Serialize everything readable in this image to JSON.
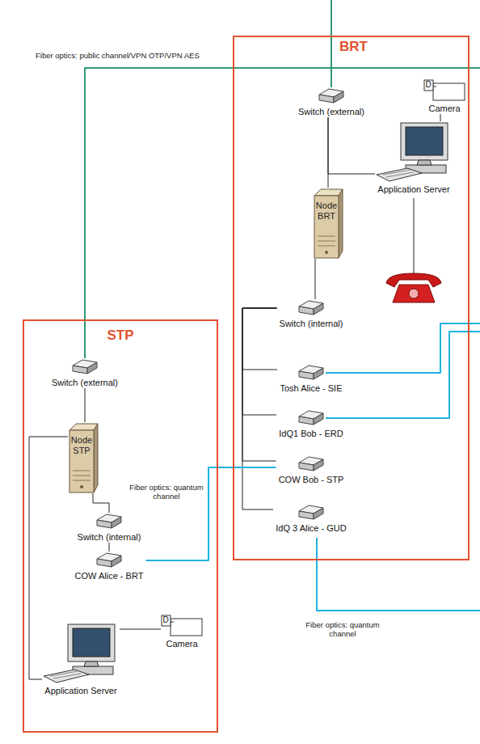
{
  "diagram": {
    "nodes": [
      {
        "text": [
          "BRT"
        ]
      },
      {
        "text": [
          "Switch (external)"
        ],
        "in": 0
      },
      {
        "text": [
          "D",
          "Camera"
        ],
        "in": 0
      },
      {
        "text": [
          "Node BRT"
        ],
        "in": 0
      },
      {
        "text": [
          "Application Server"
        ],
        "in": 0
      },
      {
        "text": [
          "Switch (internal)"
        ],
        "in": 0
      },
      {
        "text": [
          "Tosh Alice - SIE"
        ],
        "in": 0
      },
      {
        "text": [
          "IdQ1 Bob - ERD"
        ],
        "in": 0
      },
      {
        "text": [
          "COW Bob - STP"
        ],
        "in": 0
      },
      {
        "text": [
          "IdQ 3 Alice - GUD"
        ],
        "in": 0
      },
      {
        "text": [
          "STP"
        ]
      },
      {
        "text": [
          "Switch (external)"
        ],
        "in": 10
      },
      {
        "text": [
          "Node STP"
        ],
        "in": 10
      },
      {
        "text": [
          "Switch (internal)"
        ],
        "in": 10
      },
      {
        "text": [
          "COW Alice - BRT"
        ],
        "in": 10
      },
      {
        "text": [
          "D",
          "Camera"
        ],
        "in": 10
      },
      {
        "text": [
          "Application Server"
        ],
        "in": 10
      }
    ],
    "edges": [
      {
        "from": 1,
        "to": 3,
        "arrow": "none"
      },
      {
        "from": 1,
        "to": 4,
        "arrow": "none"
      },
      {
        "from": 2,
        "to": 4,
        "arrow": "none"
      },
      {
        "from": 3,
        "to": 5,
        "arrow": "none"
      },
      {
        "from": 5,
        "to": 6,
        "arrow": "none"
      },
      {
        "from": 5,
        "to": 7,
        "arrow": "none"
      },
      {
        "from": 5,
        "to": 8,
        "arrow": "none"
      },
      {
        "from": 5,
        "to": 9,
        "arrow": "none"
      },
      {
        "from": 11,
        "to": 1,
        "arrow": "none"
      },
      {
        "from": 11,
        "to": 12,
        "arrow": "none"
      },
      {
        "from": 12,
        "to": 13,
        "arrow": "none"
      },
      {
        "from": 13,
        "to": 14,
        "arrow": "none"
      },
      {
        "from": 12,
        "to": 16,
        "arrow": "none"
      },
      {
        "from": 15,
        "to": 16,
        "arrow": "none"
      },
      {
        "from": 14,
        "to": 8,
        "arrow": "none"
      }
    ],
    "labels": [
      "Fiber optics: public channel/VPN OTP/VPN AES",
      "Fiber optics: quantum channel",
      "Fiber optics: quantum channel"
    ]
  }
}
